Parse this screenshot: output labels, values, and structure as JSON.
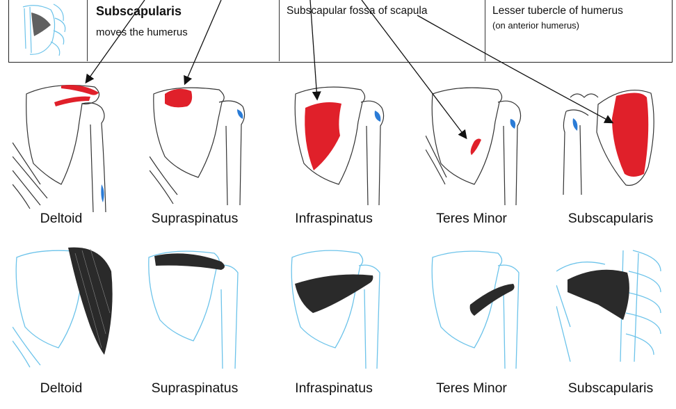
{
  "table": {
    "muscle_name": "Subscapularis",
    "action": "moves the humerus",
    "origin": "Subscapular fossa of scapula",
    "insertion": "Lesser tubercle of humerus",
    "insertion_note": "(on anterior humerus)"
  },
  "row1_labels": [
    "Deltoid",
    "Supraspinatus",
    "Infraspinatus",
    "Teres Minor",
    "Subscapularis"
  ],
  "row2_labels": [
    "Deltoid",
    "Supraspinatus",
    "Infraspinatus",
    "Teres Minor",
    "Subscapularis"
  ],
  "colors": {
    "origin_red": "#e0202a",
    "insertion_blue": "#2a7bd6",
    "bone_outline": "#333333",
    "bone_outline_blue": "#6cc3ea",
    "muscle_dark": "#222222",
    "arrow": "#111111"
  }
}
